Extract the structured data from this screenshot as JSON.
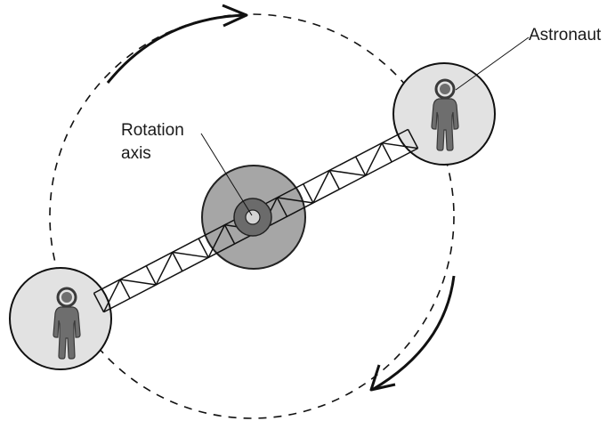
{
  "labels": {
    "astronaut": "Astronaut",
    "rotation_axis_line1": "Rotation",
    "rotation_axis_line2": "axis"
  },
  "colors": {
    "line": "#111111",
    "pod_fill": "#e2e2e2",
    "hub_outer": "#a6a6a6",
    "hub_inner": "#6b6b6b",
    "hub_center": "#d4d4d4",
    "figure": "#6e6e6e",
    "figure_stroke": "#3a3a3a",
    "orbit_dash": "#111111"
  },
  "icons": [
    "astronaut-figure",
    "rotation-arrow"
  ]
}
